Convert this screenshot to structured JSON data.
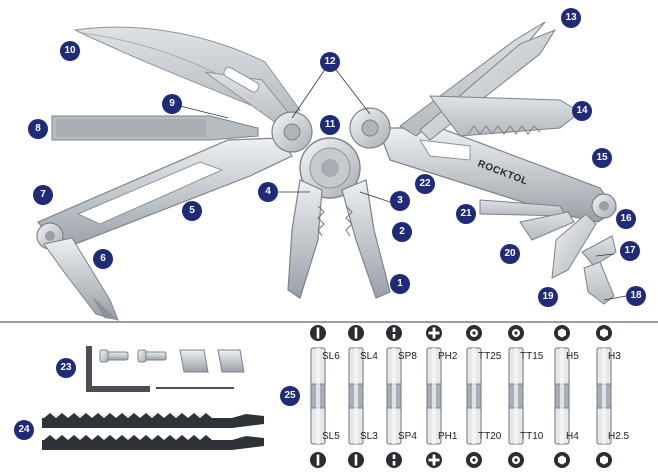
{
  "brand_text": "ROCKTOL",
  "callouts": [
    "1",
    "2",
    "3",
    "4",
    "5",
    "6",
    "7",
    "8",
    "9",
    "10",
    "11",
    "12",
    "13",
    "14",
    "15",
    "16",
    "17",
    "18",
    "19",
    "20",
    "21",
    "22",
    "23",
    "24",
    "25"
  ],
  "bits_top": [
    "SL6",
    "SL4",
    "SP8",
    "PH2",
    "TT25",
    "TT15",
    "H5",
    "H3"
  ],
  "bits_bottom": [
    "SL5",
    "SL3",
    "SP4",
    "PH1",
    "TT20",
    "TT10",
    "H4",
    "H2.5"
  ],
  "bit_icons_top": [
    "slot-icon",
    "slot-icon",
    "spanner-icon",
    "phillips-icon",
    "torx-icon",
    "torx-icon",
    "hex-icon",
    "hex-icon"
  ],
  "bit_icons_bottom": [
    "slot-icon",
    "slot-icon",
    "spanner-icon",
    "phillips-icon",
    "torx-icon",
    "torx-icon",
    "hex-icon",
    "hex-icon"
  ],
  "colors": {
    "callout": "#1f2a78",
    "steel": "#c9cdd2",
    "steel_dark": "#8e949b",
    "divider": "#7a7f86"
  }
}
